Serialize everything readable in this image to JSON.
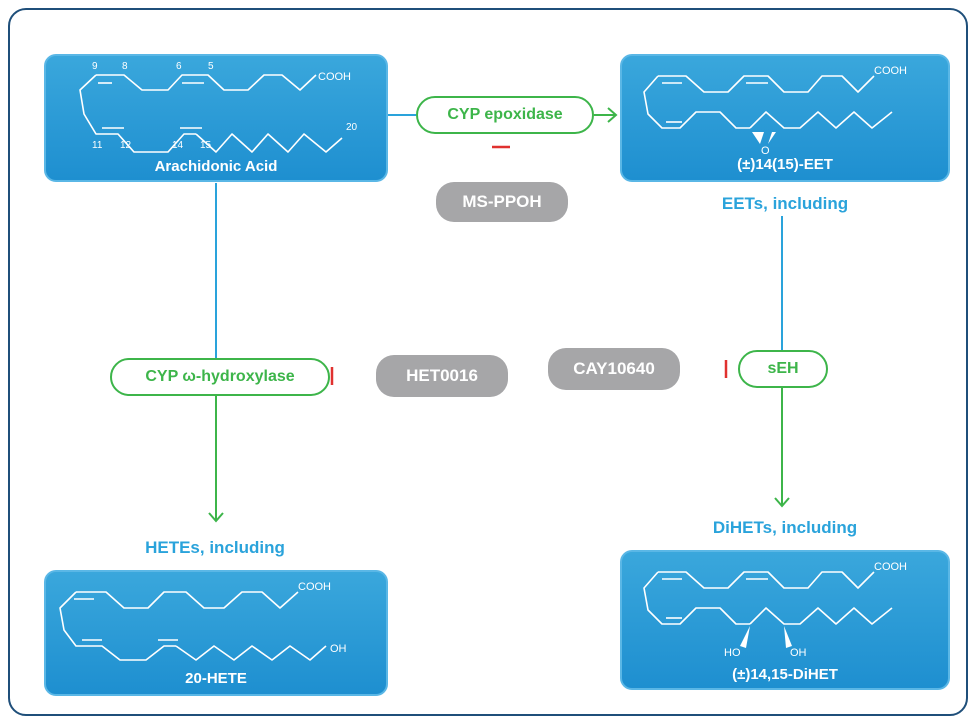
{
  "molecules": {
    "arachidonic": {
      "name": "Arachidonic Acid",
      "cooh": "COOH",
      "numbers": [
        "9",
        "8",
        "6",
        "5",
        "11",
        "12",
        "14",
        "15",
        "20"
      ]
    },
    "eet": {
      "name": "(±)14(15)-EET",
      "cooh": "COOH",
      "o": "O"
    },
    "hete": {
      "name": "20-HETE",
      "cooh": "COOH",
      "oh": "OH"
    },
    "dihet": {
      "name": "(±)14,15-DiHET",
      "cooh": "COOH",
      "ho": "HO",
      "oh": "OH"
    }
  },
  "enzymes": {
    "epoxidase": "CYP epoxidase",
    "hydroxylase": "CYP ω-hydroxylase",
    "seh": "sEH"
  },
  "inhibitors": {
    "msppoh": "MS-PPOH",
    "het0016": "HET0016",
    "cay10640": "CAY10640"
  },
  "labels": {
    "eets": "EETs, including",
    "hetes": "HETEs, including",
    "dihets": "DiHETs, including"
  },
  "colors": {
    "frame": "#1f4f7a",
    "molecule_box": "#2a9ad8",
    "enzyme": "#3db54a",
    "inhibitor": "#a6a6a8",
    "inhibition_bar": "#e0312f",
    "label_blue": "#2aa3db"
  }
}
